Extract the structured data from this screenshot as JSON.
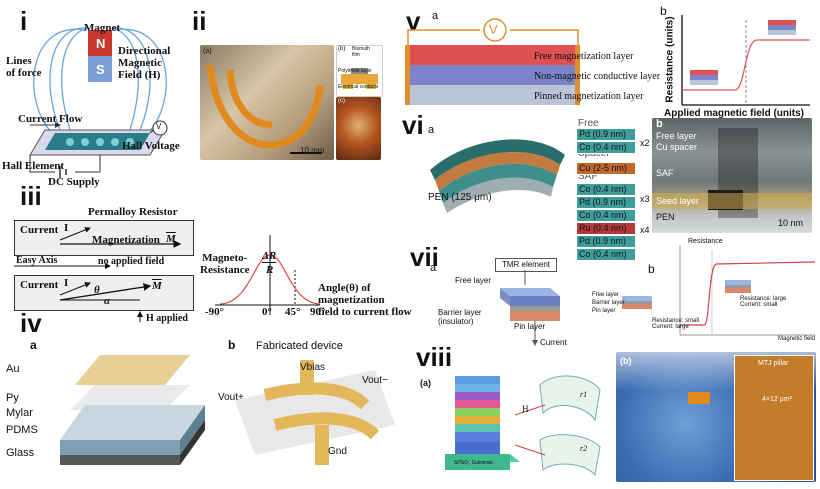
{
  "panels": {
    "i": {
      "label": "i",
      "magnet_n": "N",
      "magnet_s": "S",
      "magnet": "Magnet",
      "lines_of_force": "Lines\nof force",
      "directional_field": "Directional\nMagnetic\nField (H)",
      "current_flow": "Current Flow",
      "hall_voltage": "Hall Voltage",
      "hall_element": "Hall Element",
      "dc_supply": "DC Supply",
      "v": "V"
    },
    "ii": {
      "label": "ii",
      "a": "(a)",
      "b": "(b)",
      "c": "(c)",
      "bismuth_film": "Bismuth\nfilm",
      "polyimide": "Polyimide layer",
      "contacts": "Electrical contacts",
      "scale": "10 mm"
    },
    "iii": {
      "label": "iii",
      "title": "Permalloy Resistor",
      "current": "Current",
      "i": "I",
      "magnetization": "Magnetization",
      "m": "M",
      "no_field": "no applied field",
      "easy_axis": "Easy Axis",
      "theta": "θ",
      "alpha": "α",
      "h_applied": "H applied",
      "mr": "Magneto-\nResistance",
      "dr": "ΔR",
      "r": "R",
      "angle": "Angle(θ) of\nmagnetization\nfield to current flow",
      "ticks": [
        "-90°",
        "0°",
        "45°",
        "90°"
      ]
    },
    "iv": {
      "label": "iv",
      "a": "a",
      "b": "b",
      "au": "Au",
      "py": "Py",
      "mylar": "Mylar",
      "pdms": "PDMS",
      "glass": "Glass",
      "fabricated": "Fabricated device",
      "vbias": "Vbias",
      "vout_plus": "Vout+",
      "vout_minus": "Vout−",
      "gnd": "Gnd"
    },
    "v": {
      "label": "v",
      "a": "a",
      "b": "b",
      "v": "V",
      "free": "Free magnetization layer",
      "nonmag": "Non-magnetic conductive layer",
      "pinned": "Pinned magnetization layer",
      "ylabel": "Resistance (units)",
      "xlabel": "Applied magnetic field (units)"
    },
    "vi": {
      "label": "vi",
      "a": "a",
      "b": "b",
      "pen": "PEN (125 μm)",
      "free": "Free",
      "spacer": "Spacer",
      "saf": "SAF",
      "layers": [
        {
          "text": "Pd (0.9 nm)",
          "color": "#3f9e9c"
        },
        {
          "text": "Co (0.4 nm)",
          "color": "#3f9e9c"
        },
        {
          "text": "Cu (2-5 nm)",
          "color": "#c0682e"
        },
        {
          "text": "Co (0.4 nm)",
          "color": "#3f9e9c"
        },
        {
          "text": "Pd (0.9 nm)",
          "color": "#3f9e9c"
        },
        {
          "text": "Co (0.4 nm)",
          "color": "#3f9e9c"
        },
        {
          "text": "Ru (0.4 nm)",
          "color": "#b23a3a"
        },
        {
          "text": "Pd (0.9 nm)",
          "color": "#3f9e9c"
        },
        {
          "text": "Co (0.4 nm)",
          "color": "#3f9e9c"
        }
      ],
      "x2": "x2",
      "x3": "x3",
      "x4": "x4",
      "tem_free": "Free layer",
      "tem_cu": "Cu spacer",
      "tem_saf": "SAF",
      "tem_seed": "Seed layer",
      "tem_pen": "PEN",
      "tem_scale": "10 nm"
    },
    "vii": {
      "label": "vii",
      "a": "a",
      "b": "b",
      "tmr": "TMR element",
      "free": "Free layer",
      "barrier": "Barrier layer\n(insulator)",
      "pin": "Pin layer",
      "current": "Current",
      "resistance": "Resistance",
      "legend_free": "Free layer",
      "legend_barrier": "Barrier layer",
      "legend_pin": "Pin layer",
      "small": "Resistance: small\nCurrent: large",
      "large": "Resistance: large\nCurrent: small",
      "magnetic_field": "Magnetic field"
    },
    "viii": {
      "label": "viii",
      "a": "(a)",
      "b": "(b)",
      "h": "H",
      "r1": "r1",
      "r2": "r2",
      "substrate": "Si/SiO₂ Substrate",
      "mtj": "MTJ pillar",
      "area": "4×12 μm²"
    }
  }
}
